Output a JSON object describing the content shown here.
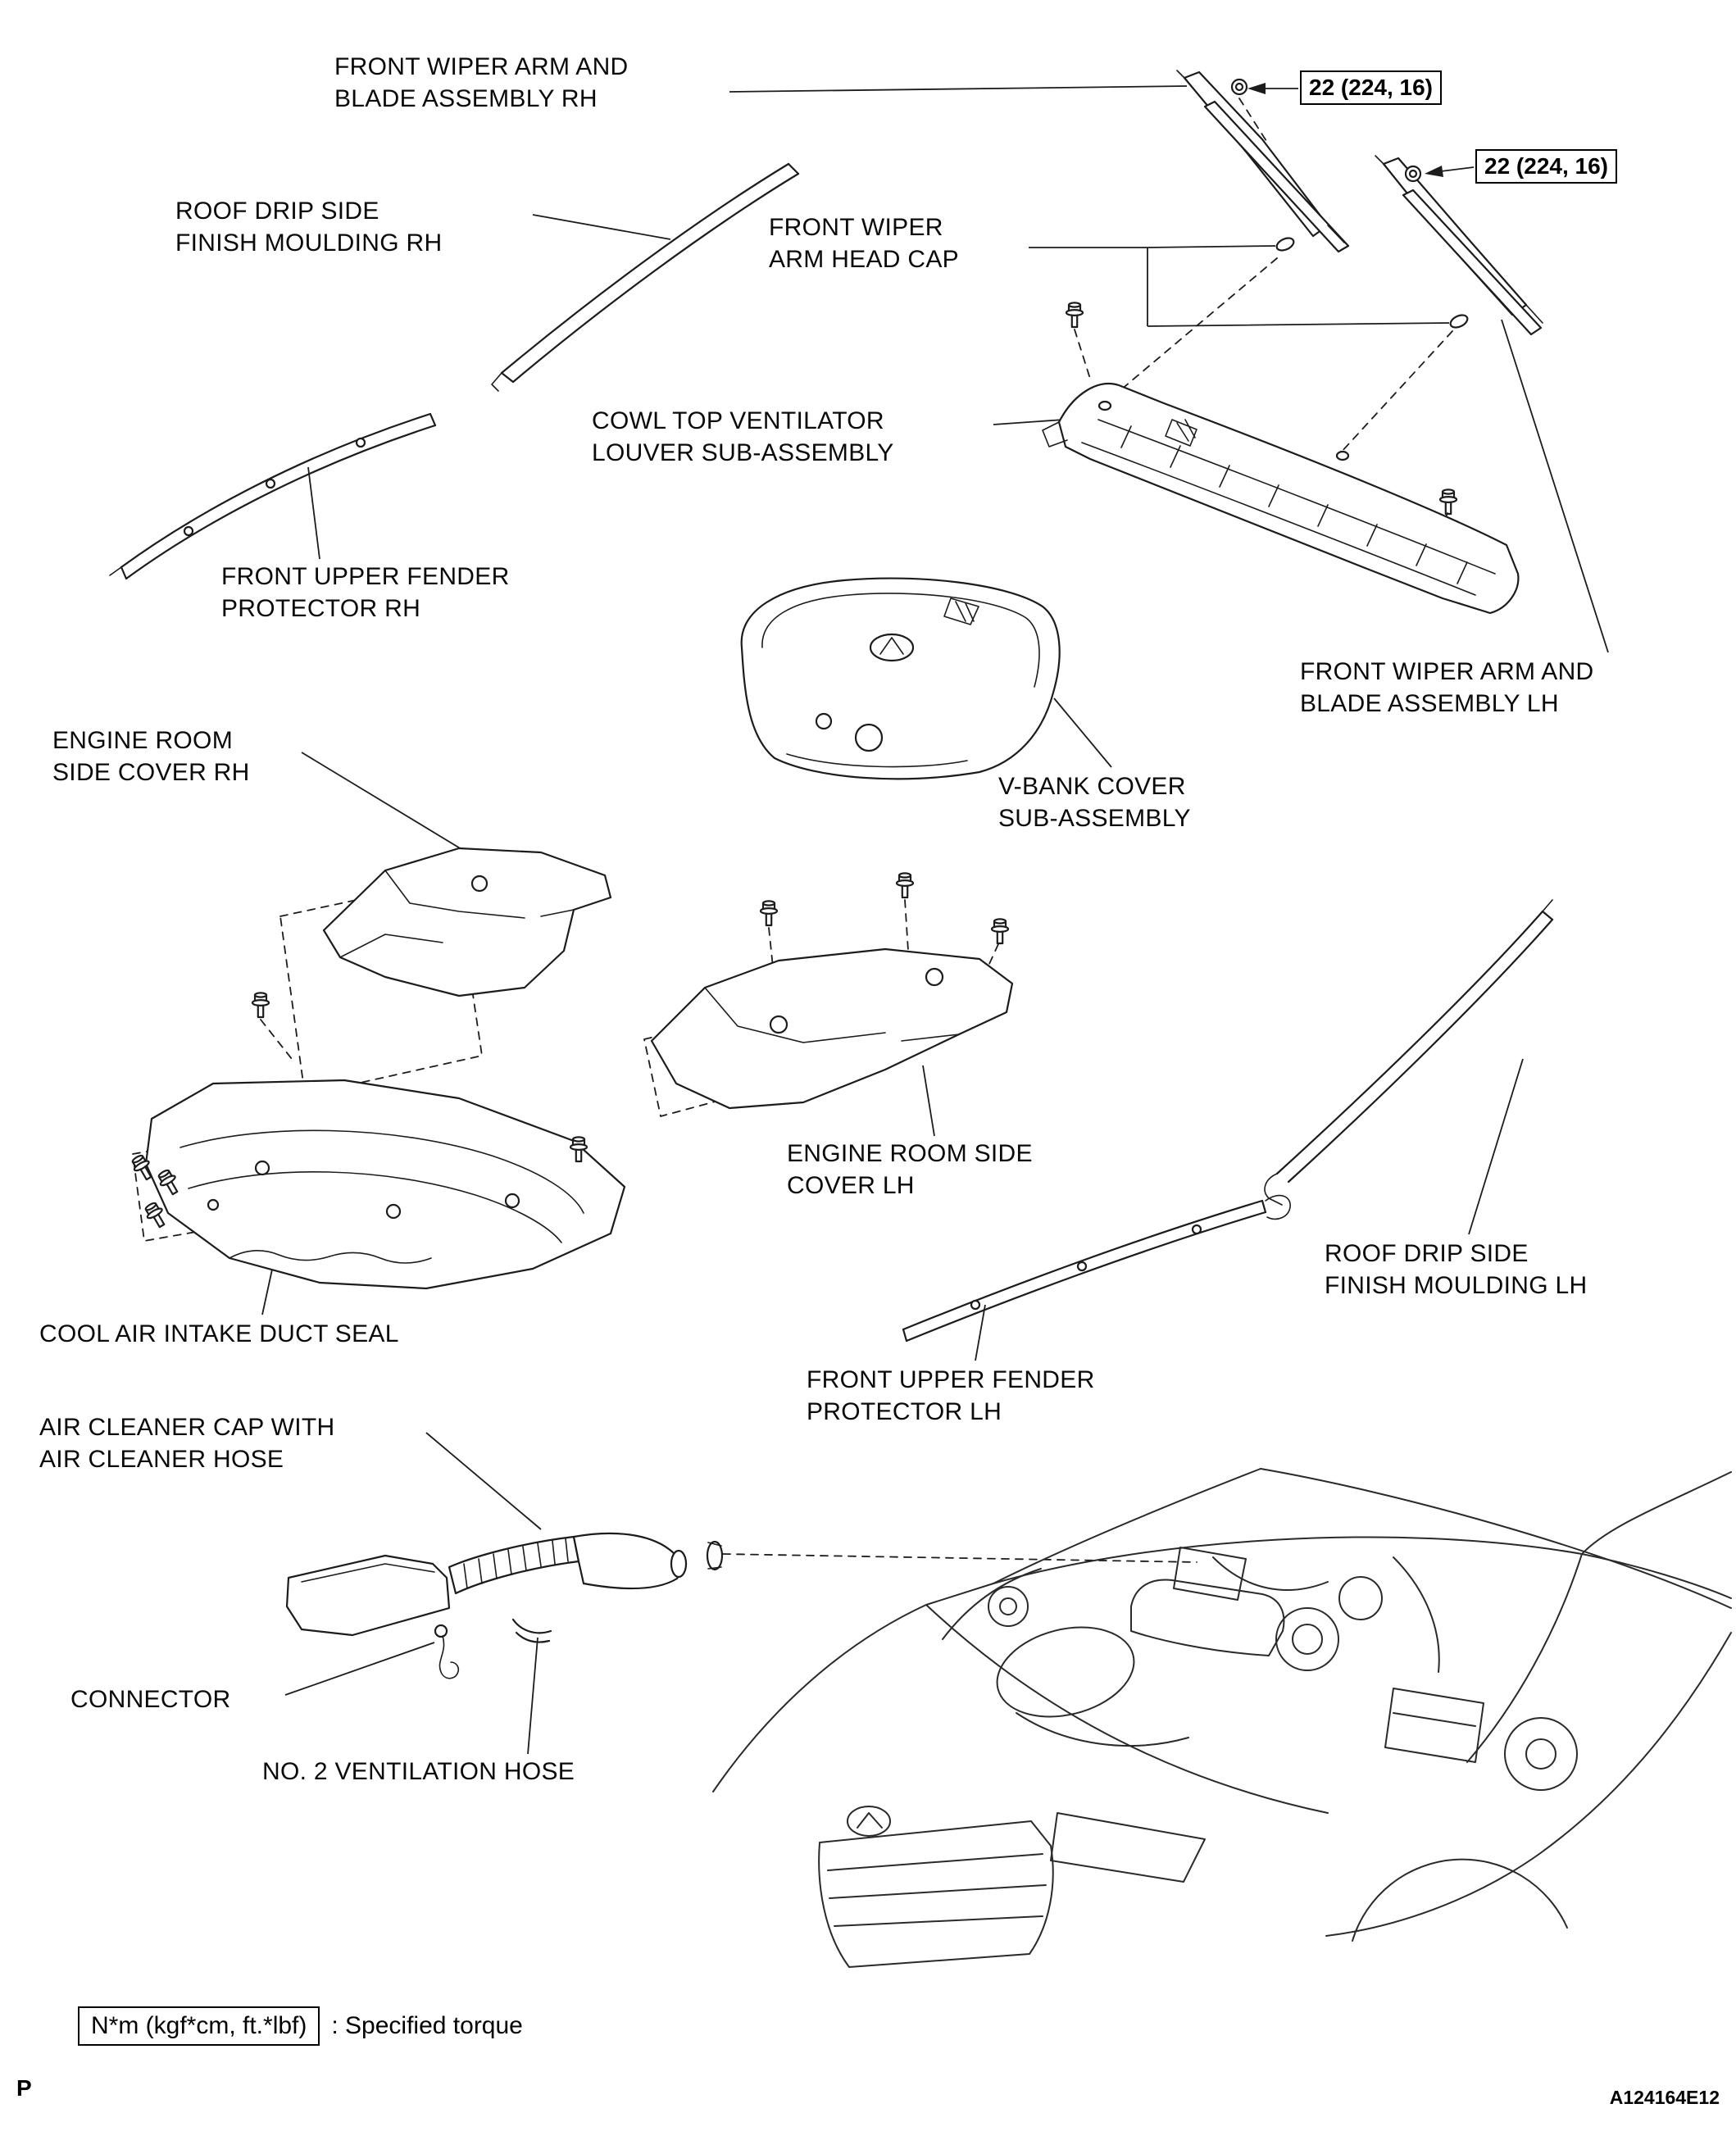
{
  "labels": {
    "wiper_rh": "FRONT WIPER ARM AND\nBLADE ASSEMBLY RH",
    "roof_drip_rh": "ROOF DRIP SIDE\nFINISH MOULDING RH",
    "wiper_head_cap": "FRONT WIPER\nARM HEAD CAP",
    "cowl_top": "COWL TOP VENTILATOR\nLOUVER SUB-ASSEMBLY",
    "fender_rh": "FRONT UPPER FENDER\nPROTECTOR RH",
    "engine_cover_rh": "ENGINE ROOM\nSIDE COVER RH",
    "v_bank": "V-BANK COVER\nSUB-ASSEMBLY",
    "wiper_lh": "FRONT WIPER ARM AND\nBLADE ASSEMBLY LH",
    "engine_cover_lh": "ENGINE ROOM SIDE\nCOVER LH",
    "roof_drip_lh": "ROOF DRIP SIDE\nFINISH MOULDING LH",
    "cool_air": "COOL AIR INTAKE DUCT SEAL",
    "fender_lh": "FRONT UPPER FENDER\nPROTECTOR LH",
    "air_cleaner": "AIR CLEANER CAP WITH\nAIR CLEANER HOSE",
    "connector": "CONNECTOR",
    "vent_hose": "NO. 2 VENTILATION HOSE"
  },
  "torque": {
    "spec_1": "22 (224, 16)",
    "spec_2": "22 (224, 16)"
  },
  "legend": {
    "unit_box": "N*m (kgf*cm, ft.*lbf)",
    "caption": ": Specified torque"
  },
  "footer": {
    "page_marker": "P",
    "figure_code": "A124164E12"
  }
}
